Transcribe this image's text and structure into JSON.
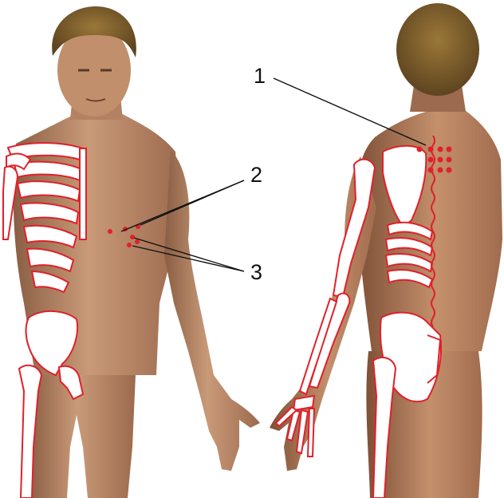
{
  "figure": {
    "labels": [
      {
        "id": "1",
        "text": "1"
      },
      {
        "id": "2",
        "text": "2"
      },
      {
        "id": "3",
        "text": "3"
      }
    ],
    "colors": {
      "skin": "#c99a78",
      "skin_shadow": "#8a5e44",
      "hair": "#7a5a2a",
      "bone_fill": "#ffffff",
      "bone_outline": "#e0202a",
      "trigger_point": "#e0202a",
      "leader_line": "#111111"
    }
  }
}
